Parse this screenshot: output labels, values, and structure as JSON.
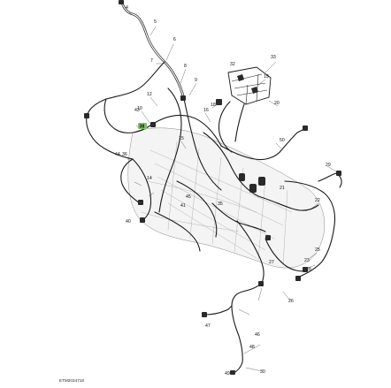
{
  "figure_id": "ETM2034718",
  "callouts": [
    {
      "label": "4",
      "role": "plain"
    },
    {
      "label": "5",
      "role": "plain"
    },
    {
      "label": "6",
      "role": "plain"
    },
    {
      "label": "7",
      "role": "plain"
    },
    {
      "label": "8",
      "role": "plain"
    },
    {
      "label": "9",
      "role": "plain"
    },
    {
      "label": "10",
      "role": "plain"
    },
    {
      "label": "12",
      "role": "plain"
    },
    {
      "label": "14",
      "role": "plain"
    },
    {
      "label": "15",
      "role": "plain"
    },
    {
      "label": "16",
      "role": "plain"
    },
    {
      "label": "18",
      "role": "plain"
    },
    {
      "label": "19",
      "role": "plain"
    },
    {
      "label": "20",
      "role": "plain"
    },
    {
      "label": "21",
      "role": "plain"
    },
    {
      "label": "22",
      "role": "plain"
    },
    {
      "label": "23",
      "role": "plain"
    },
    {
      "label": "25",
      "role": "plain"
    },
    {
      "label": "26",
      "role": "plain"
    },
    {
      "label": "27",
      "role": "plain"
    },
    {
      "label": "28",
      "role": "plain"
    },
    {
      "label": "29",
      "role": "plain"
    },
    {
      "label": "30",
      "role": "plain"
    },
    {
      "label": "32",
      "role": "plain"
    },
    {
      "label": "33",
      "role": "plain"
    },
    {
      "label": "35",
      "role": "plain"
    },
    {
      "label": "36",
      "role": "plain"
    },
    {
      "label": "38",
      "role": "highlighted"
    },
    {
      "label": "40",
      "role": "plain"
    },
    {
      "label": "41",
      "role": "plain"
    },
    {
      "label": "43",
      "role": "plain"
    },
    {
      "label": "44",
      "role": "plain"
    },
    {
      "label": "45",
      "role": "plain"
    },
    {
      "label": "46",
      "role": "plain"
    },
    {
      "label": "47",
      "role": "plain"
    },
    {
      "label": "48",
      "role": "plain"
    },
    {
      "label": "49",
      "role": "plain"
    },
    {
      "label": "50",
      "role": "plain"
    }
  ],
  "colors": {
    "highlight": "#7fbf6a",
    "wire": "#1a1a1a",
    "engine": "#f4f4f4"
  }
}
